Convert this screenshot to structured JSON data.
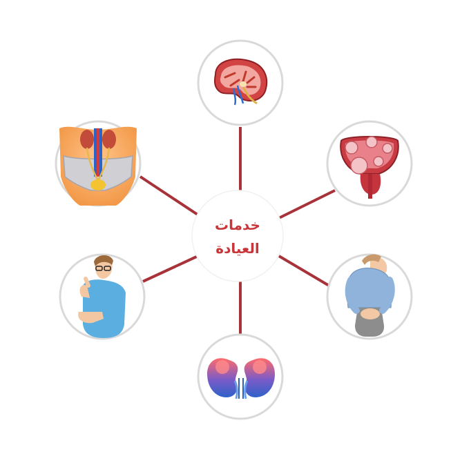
{
  "center": {
    "line1": "خدمات",
    "line2": "العيادة"
  },
  "nodes": [
    {
      "id": "kidney-cross-section",
      "icon": "kidney-cross-section-icon"
    },
    {
      "id": "prostate",
      "icon": "prostate-icon"
    },
    {
      "id": "child-urinary",
      "icon": "child-holding-crotch-icon"
    },
    {
      "id": "kidneys-pair",
      "icon": "kidneys-pair-icon"
    },
    {
      "id": "man-incontinence",
      "icon": "man-pain-icon"
    },
    {
      "id": "urinary-system",
      "icon": "urinary-system-icon"
    }
  ],
  "colors": {
    "accent": "#c8363a",
    "connector": "#a8323a",
    "ring": "#d9d9d9"
  }
}
